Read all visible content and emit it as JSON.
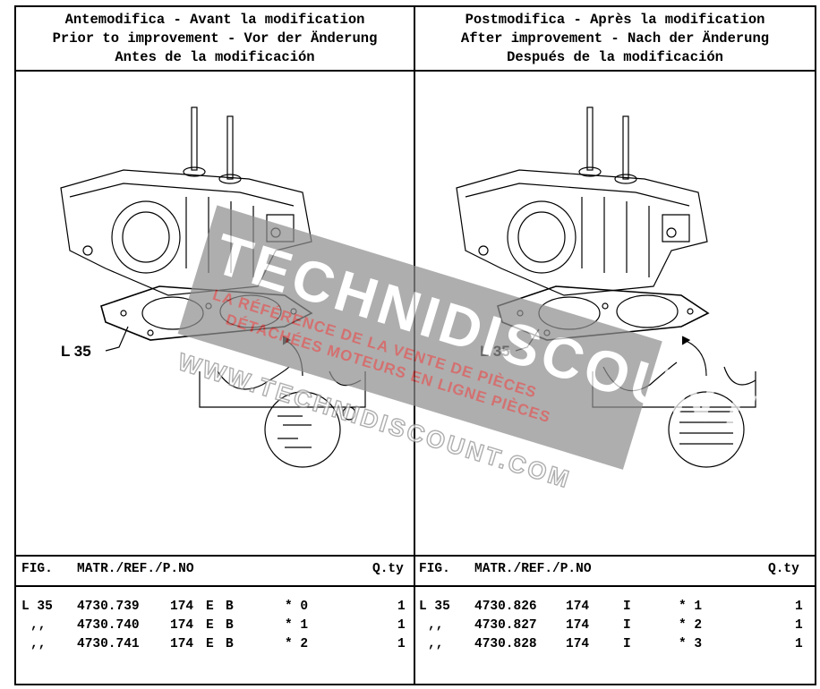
{
  "header_left": [
    "Antemodifica - Avant la modification",
    "Prior to improvement - Vor der Änderung",
    "Antes de la modificación"
  ],
  "header_right": [
    "Postmodifica - Après la modification",
    "After improvement - Nach der Änderung",
    "Después de la modificación"
  ],
  "callout_label": "L 35",
  "table_headers": {
    "fig": "FIG.",
    "matr": "MATR./REF./P.NO",
    "qty": "Q.ty"
  },
  "left_rows": [
    {
      "fig": "L 35",
      "ref": "4730.739",
      "model": "174",
      "c1": "E",
      "c2": "B",
      "var": "* 0",
      "qty": "1"
    },
    {
      "fig": ",,",
      "ref": "4730.740",
      "model": "174",
      "c1": "E",
      "c2": "B",
      "var": "* 1",
      "qty": "1"
    },
    {
      "fig": ",,",
      "ref": "4730.741",
      "model": "174",
      "c1": "E",
      "c2": "B",
      "var": "* 2",
      "qty": "1"
    }
  ],
  "right_rows": [
    {
      "fig": "L 35",
      "ref": "4730.826",
      "model": "174",
      "c1": "I",
      "c2": "",
      "var": "* 1",
      "qty": "1"
    },
    {
      "fig": ",,",
      "ref": "4730.827",
      "model": "174",
      "c1": "I",
      "c2": "",
      "var": "* 2",
      "qty": "1"
    },
    {
      "fig": ",,",
      "ref": "4730.828",
      "model": "174",
      "c1": "I",
      "c2": "",
      "var": "* 3",
      "qty": "1"
    }
  ],
  "watermark": {
    "brand": "TECHNIDISCOUNT",
    "tagline_1": "LA RÉFÉRENCE DE LA VENTE DE PIÈCES",
    "tagline_2": "DÉTACHÉES MOTEURS EN LIGNE PIÈCES",
    "url": "WWW.TECHNIDISCOUNT.COM"
  }
}
